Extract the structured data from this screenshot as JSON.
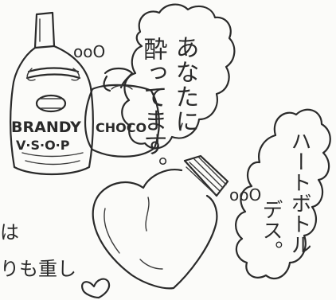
{
  "brandy": {
    "label_brand": "BRANDY",
    "label_grade": "V·S·O·P"
  },
  "choco": {
    "label": "CHOCO"
  },
  "bubble_left": {
    "line1": "あなたに",
    "line2": "酔ってます。",
    "dots": "ooO"
  },
  "bubble_right": {
    "line1": "ハートボトル",
    "line2": "デス。",
    "dots": "ooO"
  },
  "margin_note": {
    "line1": "は",
    "line2": "りも重し"
  }
}
